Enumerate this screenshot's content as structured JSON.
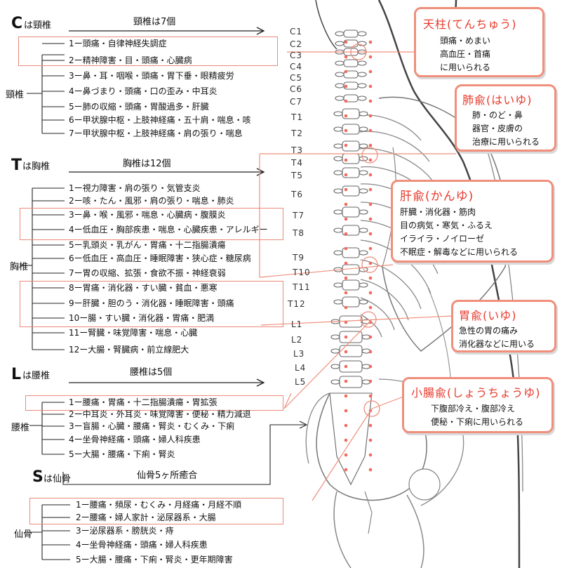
{
  "cervical": {
    "letter": "C",
    "suffix": "は頸椎",
    "count_label": "頸椎は7個",
    "group_label": "頸椎",
    "items": [
      "1ー頭痛・自律神経失調症",
      "2ー精神障害・目・頭痛・心臓病",
      "3ー鼻・耳・咽喉・頭痛・胃下垂・眼精疲労",
      "4ー鼻づまり・頭痛・口の歪み・中耳炎",
      "5ー肺の収縮・頭痛・胃酸過多・肝臓",
      "6ー甲状腺中枢・上肢神経痛・五十肩・喘息・咳",
      "7ー甲状腺中枢・上肢神経痛・肩の張り・喘息"
    ]
  },
  "thoracic": {
    "letter": "T",
    "suffix": "は胸椎",
    "count_label": "胸椎は12個",
    "group_label": "胸椎",
    "items": [
      "1ー視力障害・肩の張り・気管支炎",
      "2ー咳・たん・風邪・肩の張り・喘息・肺炎",
      "3ー鼻・喉・風邪・喘息・心臓病・腹膜炎",
      "4ー低血圧・胸部疾患・喘息・心臓疾患・アレルギー",
      "5ー乳頭炎・乳がん・胃痛・十二指腸潰瘍",
      "6ー低血圧・高血圧・睡眠障害・狭心症・糖尿病",
      "7ー胃の収縮、拡張・食欲不振・神経衰弱",
      "8ー胃痛・消化器・すい臓・貧血・悪寒",
      "9ー肝臓・胆のう・消化器・睡眠障害・頭痛",
      "10ー腸・すい臓・消化器・胃痛・肥満",
      "11ー腎臓・味覚障害・喘息・心臓",
      "12ー大腸・腎臓病・前立線肥大"
    ]
  },
  "lumbar": {
    "letter": "L",
    "suffix": "は腰椎",
    "count_label": "腰椎は5個",
    "group_label": "腰椎",
    "items": [
      "1ー腰痛・胃痛・十二指腸潰瘍・胃拡張",
      "2ー中耳炎・外耳炎・味覚障害・便秘・精力減退",
      "3ー盲腸・心臓・腰痛・腎炎・むくみ・下痢",
      "4ー坐骨神経痛・頭痛・婦人科疾患",
      "5ー大腸・腰痛・下痢・腎炎"
    ]
  },
  "sacrum": {
    "letter": "S",
    "suffix": "は仙骨",
    "count_label": "仙骨5ヶ所癒合",
    "group_label": "仙骨",
    "items": [
      "1ー腰痛・頻尿・むくみ・月経痛・月経不順",
      "2ー腰痛・婦人家計・泌尿器系・大腸",
      "3ー泌尿器系・膀胱炎・痔",
      "4ー坐骨神経痛・頭痛・婦人科疾患",
      "5ー大腸・腰痛・下痢・腎炎・更年期障害"
    ]
  },
  "vertebra_labels": [
    "C1",
    "C2",
    "C3",
    "C4",
    "C5",
    "C6",
    "C7",
    "T1",
    "T2",
    "T3",
    "T4",
    "T5",
    "T6",
    "T7",
    "T8",
    "T9",
    "T10",
    "T11",
    "T12",
    "L1",
    "L2",
    "L3",
    "L4",
    "L5"
  ],
  "callouts": [
    {
      "title": "天柱(てんちゅう)",
      "lines": [
        "頭痛・めまい",
        "高血圧・首痛",
        "に用いられる"
      ]
    },
    {
      "title": "肺兪(はいゆ)",
      "lines": [
        "肺・のど・鼻",
        "器官・皮膚の",
        "治療に用いられる"
      ]
    },
    {
      "title": "肝兪(かんゆ)",
      "lines": [
        "肝臓・消化器・筋肉",
        "目の病気・寒気・ふるえ",
        "イライラ・ノイローゼ",
        "不眠症・解毒などに用いられる"
      ]
    },
    {
      "title": "胃兪(いゆ)",
      "lines": [
        "急性の胃の痛み",
        "消化器などに用いる"
      ]
    },
    {
      "title": "小腸兪(しょうちょうゆ)",
      "lines": [
        "下腹部冷え・腹部冷え",
        "便秘・下痢に用いられる"
      ]
    }
  ],
  "colors": {
    "accent": "#e8392b",
    "highlight_border": "#ea8a7a",
    "line": "#222222"
  }
}
